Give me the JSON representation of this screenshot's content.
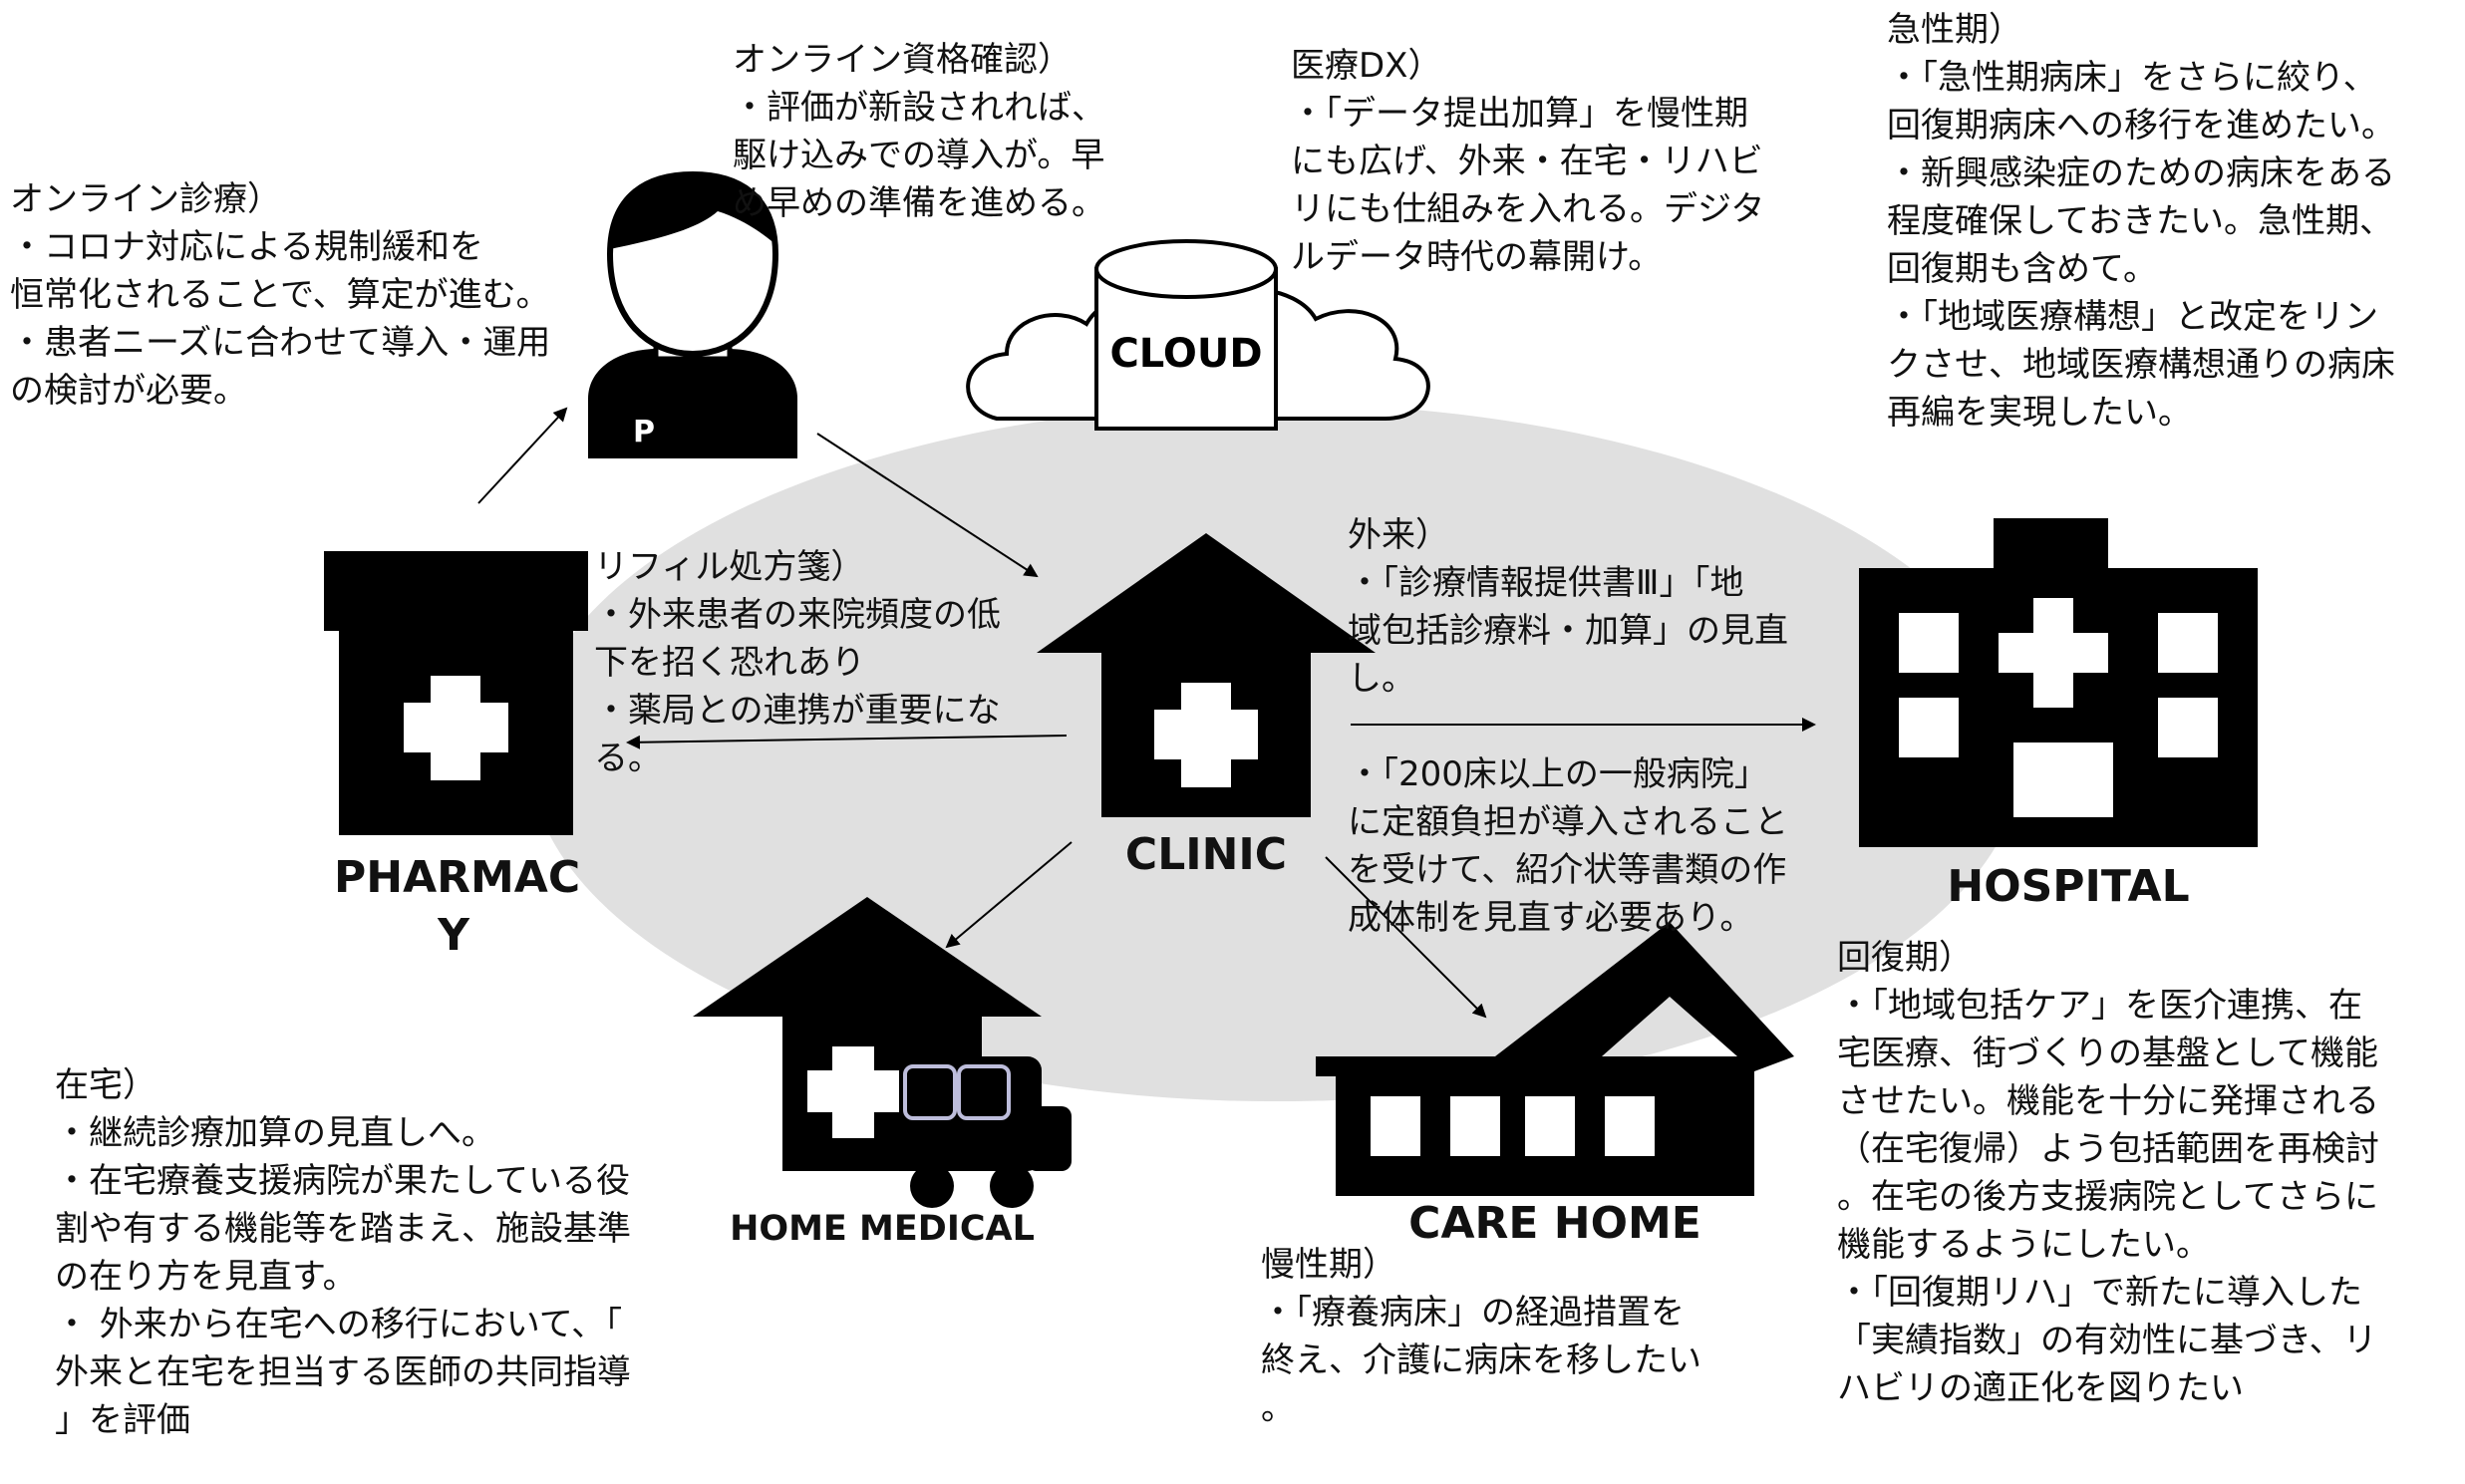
{
  "labels": {
    "cloud": "CLOUD",
    "pharmacy_line1": "PHARMAC",
    "pharmacy_line2": "Y",
    "clinic": "CLINIC",
    "hospital": "HOSPITAL",
    "home_medical": "HOME MEDICAL",
    "care_home": "CARE HOME",
    "patient": "P"
  },
  "notes": {
    "online_care": [
      "オンライン診療）",
      "・コロナ対応による規制緩和を",
      "恒常化されることで、算定が進む。",
      "・患者ニーズに合わせて導入・運用",
      "の検討が必要。"
    ],
    "online_qual": [
      "オンライン資格確認）",
      "・評価が新設されれば、",
      "駆け込みでの導入が。早",
      "め早めの準備を進める。"
    ],
    "medical_dx": [
      "医療DX）",
      "・「データ提出加算」を慢性期",
      "にも広げ、外来・在宅・リハビ",
      "リにも仕組みを入れる。デジタ",
      "ルデータ時代の幕開け。"
    ],
    "acute": [
      "急性期）",
      "・「急性期病床」をさらに絞り、",
      "回復期病床への移行を進めたい。",
      "・新興感染症のための病床をある",
      "程度確保しておきたい。急性期、",
      "回復期も含めて。",
      "・「地域医療構想」と改定をリン",
      "クさせ、地域医療構想通りの病床",
      "再編を実現したい。"
    ],
    "refill": [
      "リフィル処方箋）",
      "・外来患者の来院頻度の低",
      "下を招く恐れあり",
      "・薬局との連携が重要にな",
      "る。"
    ],
    "outpatient": [
      "外来）",
      "・「診療情報提供書Ⅲ」「地",
      "域包括診療料・加算」の見直",
      "し。",
      "",
      "・「200床以上の一般病院」",
      "に定額負担が導入されること",
      "を受けて、紹介状等書類の作",
      "成体制を見直す必要あり。"
    ],
    "recovery": [
      "回復期）",
      "・「地域包括ケア」を医介連携、在",
      "宅医療、街づくりの基盤として機能",
      "させたい。機能を十分に発揮される",
      "（在宅復帰）よう包括範囲を再検討",
      "。在宅の後方支援病院としてさらに",
      "機能するようにしたい。",
      "・「回復期リハ」で新たに導入した",
      "「実績指数」の有効性に基づき、リ",
      "ハビリの適正化を図りたい"
    ],
    "home": [
      "在宅）",
      "・継続診療加算の見直しへ。",
      "・在宅療養支援病院が果たしている役",
      "割や有する機能等を踏まえ、施設基準",
      "の在り方を見直す。",
      "・ 外来から在宅への移行において、「",
      "外来と在宅を担当する医師の共同指導",
      "」を評価"
    ],
    "chronic": [
      "慢性期）",
      "・「療養病床」の経過措置を",
      "終え、介護に病床を移したい",
      "。"
    ]
  },
  "colors": {
    "ellipse": "#e0e0e0",
    "icon": "#000000",
    "cross": "#ffffff",
    "text": "#111111"
  }
}
